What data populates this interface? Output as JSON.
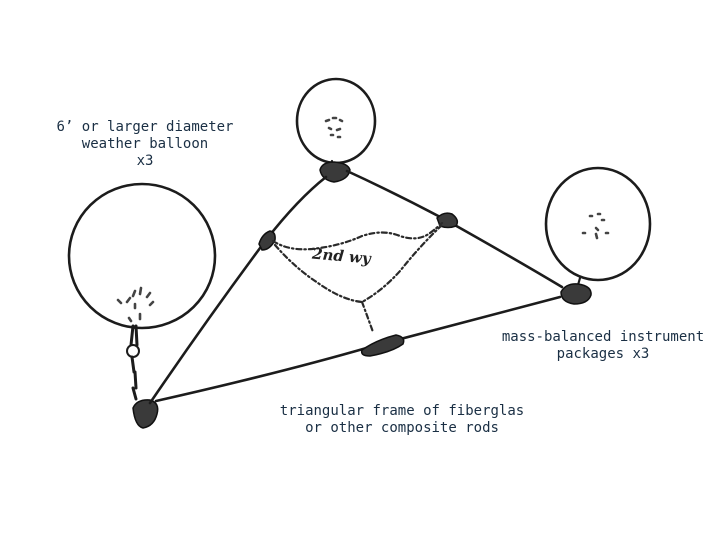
{
  "labels": {
    "balloon": {
      "line1": "6’ or larger diameter",
      "line2": "weather balloon",
      "line3": "x3"
    },
    "packages": {
      "line1": "mass-balanced instrument",
      "line2": "packages x3"
    },
    "frame": {
      "line1": "triangular frame of fiberglas",
      "line2": "or other composite rods"
    },
    "handwritten_center": "2nd wy"
  },
  "colors": {
    "ink": "#1c1c1c",
    "label_text": "#1a2f44",
    "background": "#ffffff"
  }
}
